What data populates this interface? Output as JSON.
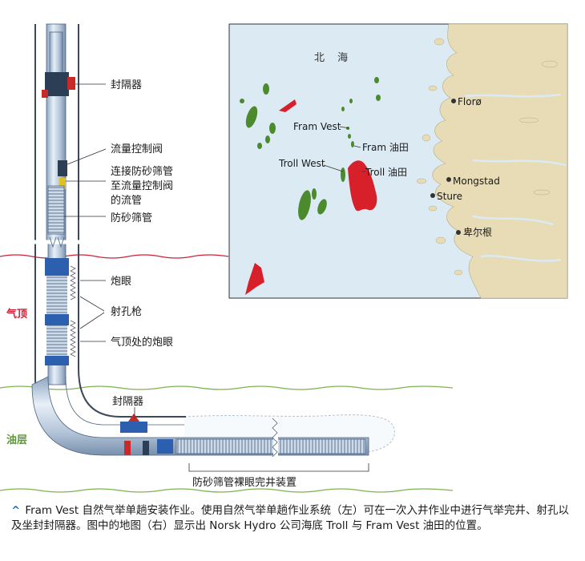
{
  "well": {
    "labels": {
      "packer_top": "封隔器",
      "flow_valve": "流量控制阀",
      "connect_line1": "连接防砂筛管",
      "connect_line2": "至流量控制阀",
      "connect_line3": "的流管",
      "sand_screen": "防砂筛管",
      "perforation": "炮眼",
      "perf_gun": "射孔枪",
      "gas_cap_perf": "气顶处的炮眼",
      "packer_bottom": "封隔器",
      "open_hole": "防砂筛管裸眼完井装置"
    },
    "zones": {
      "gas_cap": "气顶",
      "oil_layer": "油层"
    },
    "colors": {
      "gas_line": "#d0203a",
      "oil_line": "#7bb450",
      "pipe": "#b9cbe0",
      "pipe_edge": "#4d6580",
      "blue_band": "#2c5fae"
    }
  },
  "map": {
    "sea_label": "北 海",
    "places": {
      "floro": "Florø",
      "mongstad": "Mongstad",
      "sture": "Sture",
      "bergen": "卑尔根"
    },
    "fields": {
      "fram_vest": "Fram Vest",
      "fram_oil": "Fram 油田",
      "troll_west": "Troll West",
      "troll_oil": "Troll 油田"
    },
    "colors": {
      "sea": "#dbeaf3",
      "land": "#e7dcb6",
      "gas_field": "#d8202a",
      "oil_field": "#4c8a2e"
    }
  },
  "caption": {
    "icon": "caret-up-icon",
    "text": "Fram Vest 自然气举单趟安装作业。使用自然气举单趟作业系统（左）可在一次入井作业中进行气举完井、射孔以及坐封封隔器。图中的地图（右）显示出 Norsk Hydro 公司海底 Troll 与 Fram Vest 油田的位置。"
  }
}
